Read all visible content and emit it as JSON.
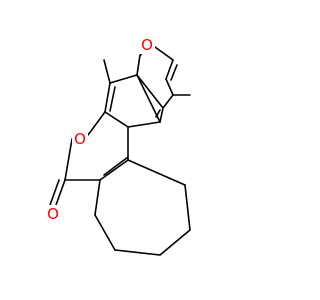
{
  "molecule": {
    "atoms": [
      {
        "id": "O_furan",
        "label": "O",
        "color": "#ff0000"
      },
      {
        "id": "O_lactone",
        "label": "O",
        "color": "#ff0000"
      },
      {
        "id": "O_carbonyl",
        "label": "O",
        "color": "#ff0000"
      }
    ],
    "colors": {
      "bond": "#000000",
      "oxygen": "#ff0000",
      "background": "#ffffff"
    }
  }
}
